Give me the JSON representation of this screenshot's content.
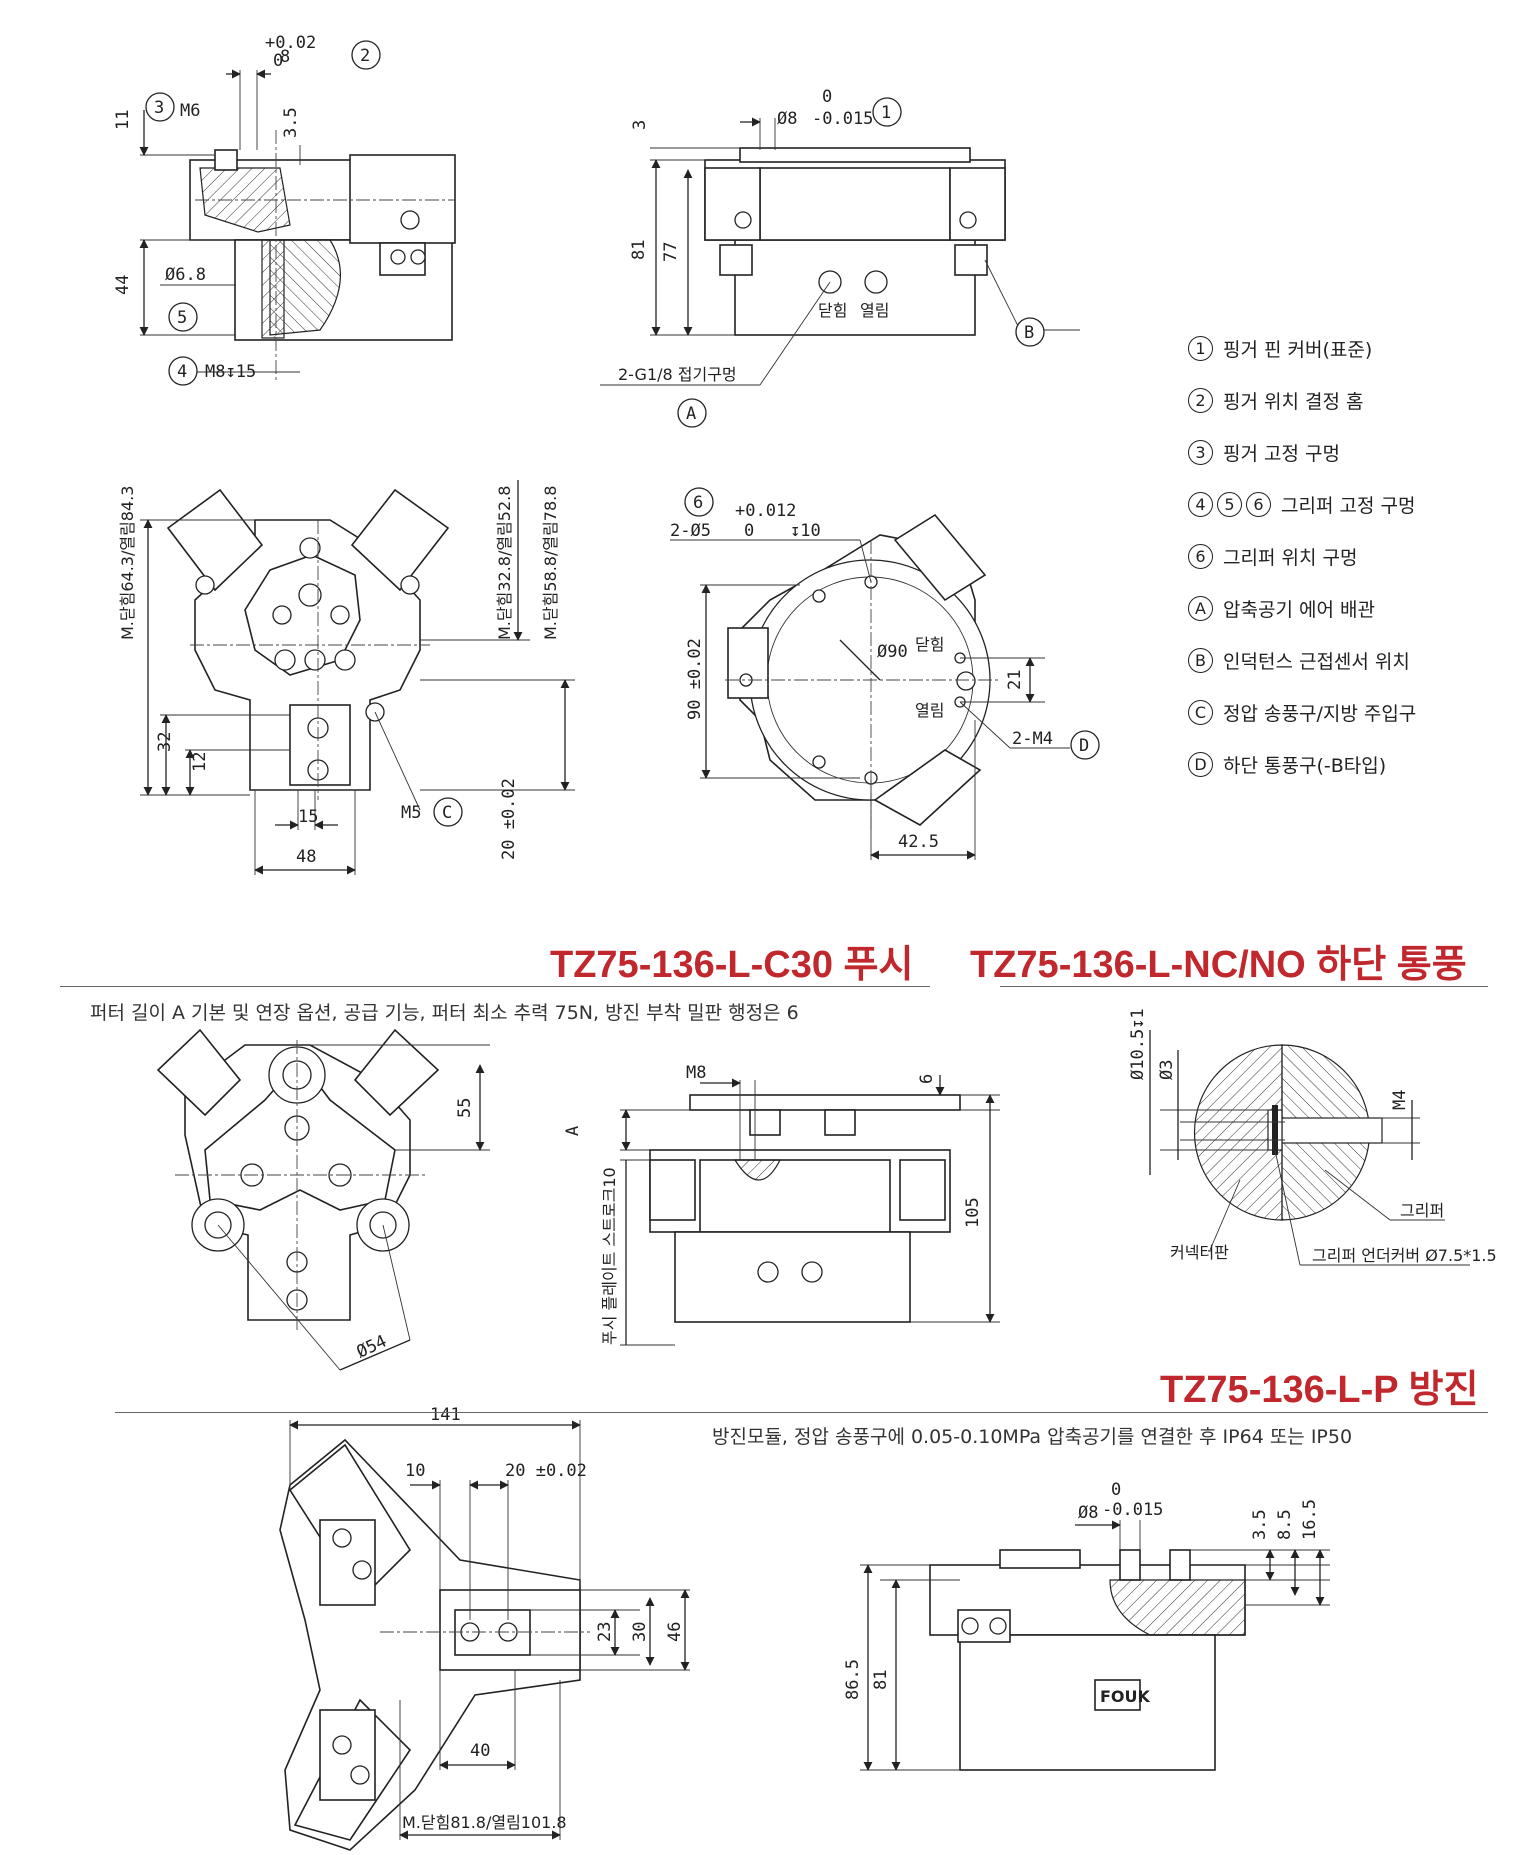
{
  "legend": {
    "items": [
      {
        "markers": [
          "1"
        ],
        "text": "핑거 핀 커버(표준)"
      },
      {
        "markers": [
          "2"
        ],
        "text": "핑거 위치 결정 홈"
      },
      {
        "markers": [
          "3"
        ],
        "text": "핑거 고정 구멍"
      },
      {
        "markers": [
          "4",
          "5",
          "6"
        ],
        "text": "그리퍼 고정 구멍"
      },
      {
        "markers": [
          "6"
        ],
        "text": "그리퍼 위치 구멍"
      },
      {
        "markers": [
          "A"
        ],
        "text": "압축공기 에어 배관"
      },
      {
        "markers": [
          "B"
        ],
        "text": "인덕턴스 근접센서 위치"
      },
      {
        "markers": [
          "C"
        ],
        "text": "정압 송풍구/지방 주입구"
      },
      {
        "markers": [
          "D"
        ],
        "text": "하단 통풍구(-B타입)"
      }
    ]
  },
  "sections": {
    "c30": {
      "title": "TZ75-136-L-C30 푸시",
      "desc": "퍼터 길이 A 기본 및 연장 옵션, 공급 기능, 퍼터 최소 추력 75N, 방진 부착 밀판 행정은 6"
    },
    "nc": {
      "title": "TZ75-136-L-NC/NO 하단 통풍"
    },
    "p": {
      "title": "TZ75-136-L-P 방진",
      "desc": "방진모듈, 정압 송풍구에 0.05-0.10MPa 압축공기를 연결한 후 IP64 또는 IP50"
    }
  },
  "view_side_left": {
    "tol_top": "+0.02",
    "tol_bottom": "0",
    "dim_8": "8",
    "marker_2": "2",
    "marker_3": "3",
    "m6": "M6",
    "dim_11": "11",
    "dim_3_5": "3.5",
    "dim_44": "44",
    "dia_6_8": "Ø6.8",
    "marker_5": "5",
    "marker_4": "4",
    "m8_15": "M8↧15"
  },
  "view_side_right": {
    "dim_3": "3",
    "dia_8": "Ø8",
    "tol_top": "0",
    "tol_bottom": "-0.015",
    "marker_1": "1",
    "dim_81": "81",
    "dim_77": "77",
    "close": "닫힘",
    "open": "열림",
    "port": "2-G1/8 접기구멍",
    "marker_A": "A",
    "marker_B": "B"
  },
  "view_top_left": {
    "stroke_a": "M.닫힘64.3/열림84.3",
    "stroke_b": "M.닫힘32.8/열림52.8",
    "stroke_c": "M.닫힘58.8/열림78.8",
    "dim_32": "32",
    "dim_12": "12",
    "dim_15": "15",
    "dim_48": "48",
    "dim_20": "20 ±0.02",
    "m5": "M5",
    "marker_C": "C"
  },
  "view_bottom": {
    "marker_6": "6",
    "holes": "2-Ø5",
    "tol_top": "+0.012",
    "tol_bottom": "0",
    "depth": "↧10",
    "dim_90": "90 ±0.02",
    "dia_90": "Ø90",
    "close": "닫힘",
    "open": "열림",
    "dim_21": "21",
    "m4": "2-M4",
    "marker_D": "D",
    "dim_42_5": "42.5"
  },
  "view_c30_top": {
    "dim_55": "55",
    "dia_54": "Ø54"
  },
  "view_c30_side": {
    "m8": "M8",
    "dim_6": "6",
    "dim_A": "A",
    "dim_105": "105",
    "stroke_label": "푸시 플레이트 스트로크10"
  },
  "view_nc": {
    "dia_10_5": "Ø10.5↧1",
    "dia_3": "Ø3",
    "m4": "M4",
    "gripper": "그리퍼",
    "connector": "커넥터판",
    "cover": "그리퍼 언더커버 Ø7.5*1.5"
  },
  "view_p_top": {
    "dim_141": "141",
    "dim_10": "10",
    "dim_20": "20 ±0.02",
    "dim_23": "23",
    "dim_30": "30",
    "dim_46": "46",
    "dim_40": "40",
    "stroke": "M.닫힘81.8/열림101.8"
  },
  "view_p_side": {
    "dia_8": "Ø8",
    "tol_top": "0",
    "tol_bottom": "-0.015",
    "dim_3_5": "3.5",
    "dim_8_5": "8.5",
    "dim_16_5": "16.5",
    "dim_86_5": "86.5",
    "dim_81": "81",
    "brand": "FOUK"
  }
}
